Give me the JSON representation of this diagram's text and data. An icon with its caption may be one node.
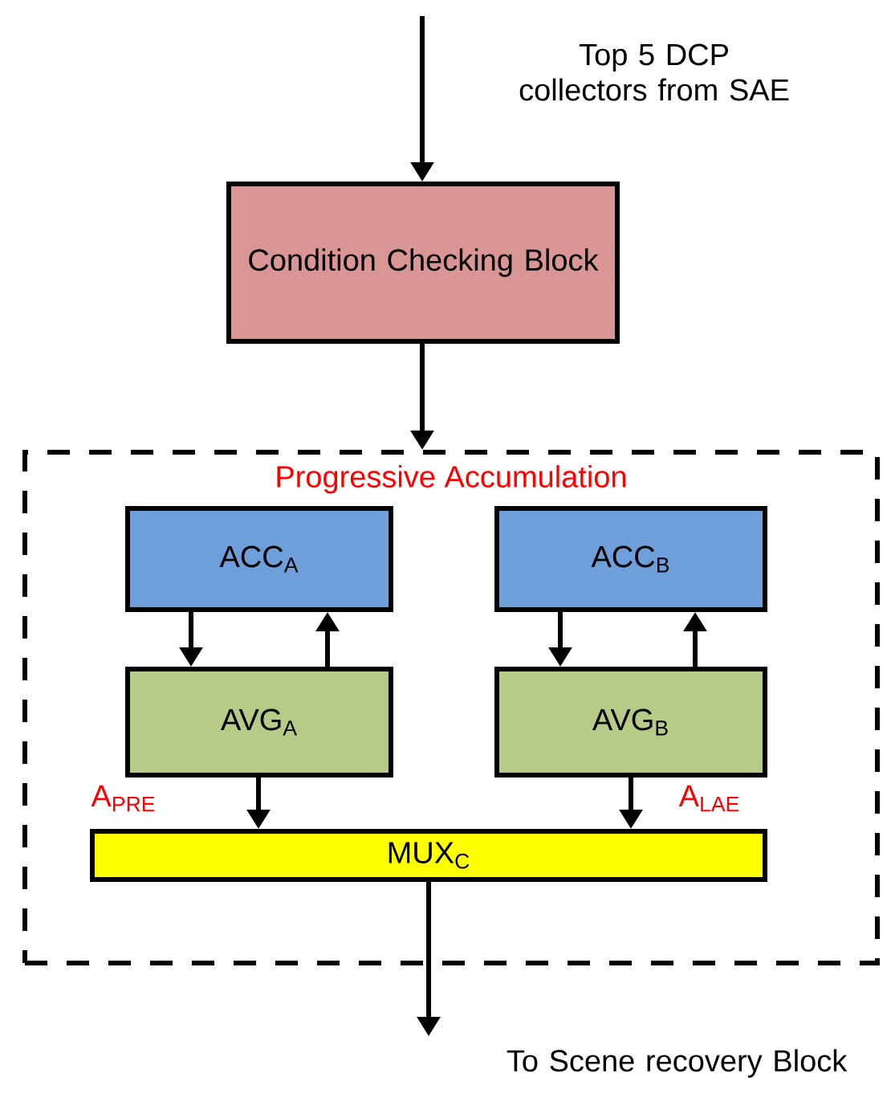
{
  "diagram": {
    "nodes": [
      {
        "text": [
          "Condition Checking Block"
        ]
      },
      {
        "text": [
          "Progressive Accumulation"
        ]
      },
      {
        "text": [
          "ACC$_{A}$"
        ],
        "in": 1
      },
      {
        "text": [
          "ACC$_{B}$"
        ],
        "in": 1
      },
      {
        "text": [
          "AVG$_{A}$"
        ],
        "in": 1
      },
      {
        "text": [
          "AVG$_{B}$"
        ],
        "in": 1
      },
      {
        "text": [
          "MUX$_{C}$"
        ],
        "in": 1
      }
    ],
    "edges": [
      {
        "from": null,
        "to": 0,
        "arrow": "to",
        "label": "Top 5 DCP collectors from SAE"
      },
      {
        "from": 0,
        "to": 1,
        "arrow": "to"
      },
      {
        "from": 2,
        "to": 4,
        "arrow": "to"
      },
      {
        "from": 4,
        "to": 2,
        "arrow": "to"
      },
      {
        "from": 3,
        "to": 5,
        "arrow": "to"
      },
      {
        "from": 5,
        "to": 3,
        "arrow": "to"
      },
      {
        "from": 4,
        "to": 6,
        "arrow": "to",
        "label": "A$_{PRE}$"
      },
      {
        "from": 5,
        "to": 6,
        "arrow": "to",
        "label": "A$_{LAE}$"
      },
      {
        "from": 6,
        "to": null,
        "arrow": "to",
        "label": "To Scene recovery Block"
      }
    ]
  }
}
